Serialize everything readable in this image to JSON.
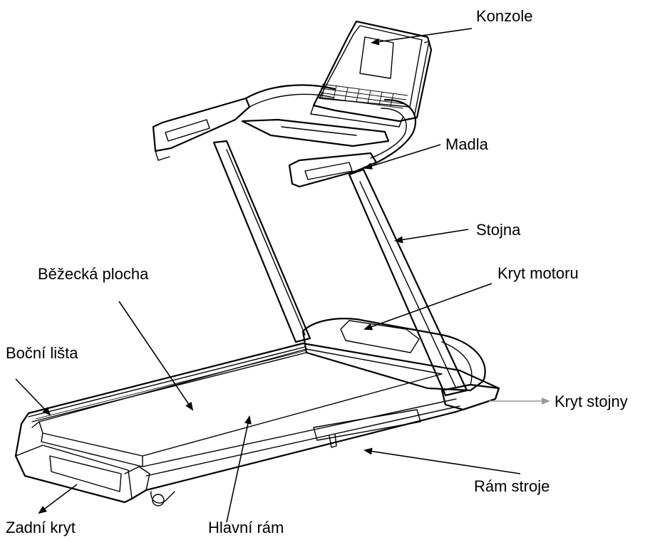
{
  "labels": {
    "konzole": "Konzole",
    "madla": "Madla",
    "stojna": "Stojna",
    "bezecka_plocha": "Běžecká plocha",
    "kryt_motoru": "Kryt motoru",
    "bocni_lista": "Boční lišta",
    "kryt_stojny": "Kryt stojny",
    "ram_stroje": "Rám stroje",
    "zadni_kryt": "Zadní kryt",
    "hlavni_ram": "Hlavní rám"
  },
  "colors": {
    "line": "#000000",
    "kryt_stojny_arrow": "#9a9a9a",
    "background": "#ffffff"
  }
}
